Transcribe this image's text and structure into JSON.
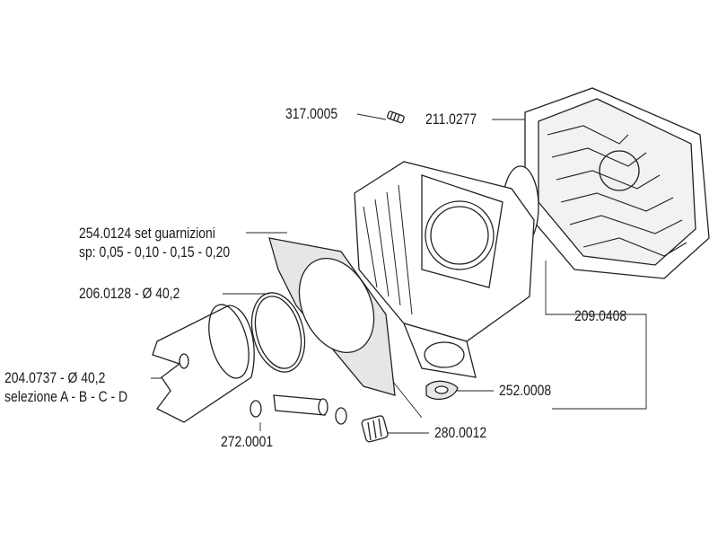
{
  "labels": {
    "p317": "317.0005",
    "p211": "211.0277",
    "p254": "254.0124 set guarnizioni",
    "p254b": "sp: 0,05 - 0,10 - 0,15 - 0,20",
    "p206": "206.0128 - Ø 40,2",
    "p209": "209.0408",
    "p204": "204.0737 - Ø 40,2",
    "p204b": "selezione A - B - C - D",
    "p252": "252.0008",
    "p272": "272.0001",
    "p280": "280.0012"
  }
}
